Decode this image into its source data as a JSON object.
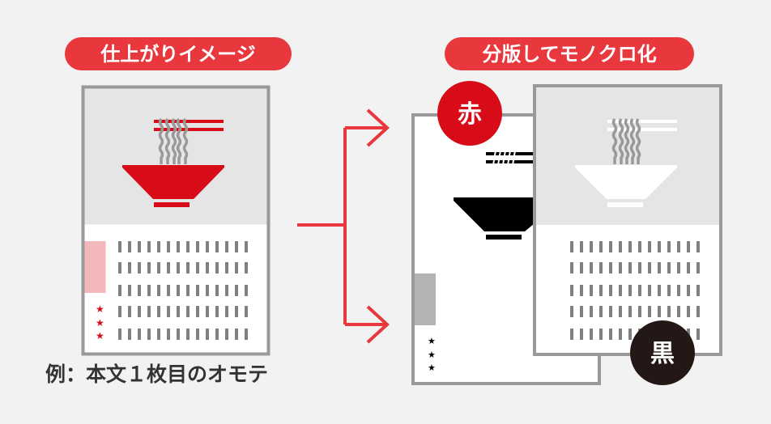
{
  "labels": {
    "finished_image": "仕上がりイメージ",
    "separation": "分版してモノクロ化",
    "red_plate": "赤",
    "black_plate": "黒",
    "caption": "例：本文１枚目のオモテ"
  },
  "colors": {
    "accent": "#e8383d",
    "red": "#d80c18",
    "black": "#231815",
    "pink": "#f3b8bb",
    "gray_border": "#999999",
    "bar_gray": "#808080",
    "panel_gray": "#e5e5e5"
  }
}
